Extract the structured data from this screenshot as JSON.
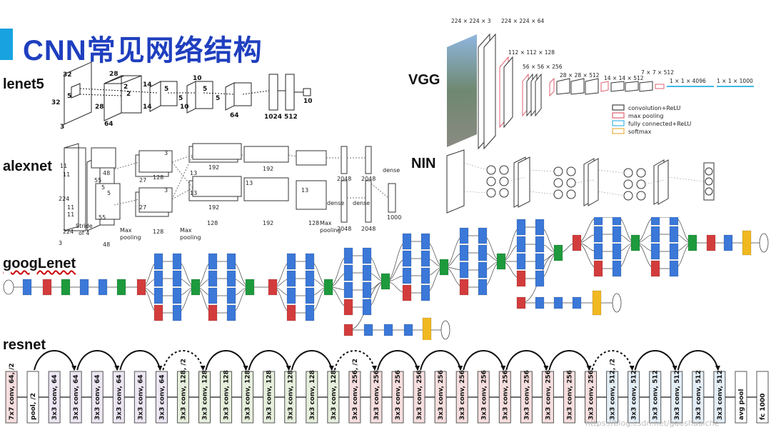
{
  "slide": {
    "title": "CNN常见网络结构",
    "accent_color": "#18a3e0",
    "title_color": "#1f3fbf"
  },
  "labels": {
    "lenet5": "lenet5",
    "alexnet": "alexnet",
    "googlenet": "googLenet",
    "resnet": "resnet",
    "vgg": "VGG",
    "nin": "NIN"
  },
  "lenet": {
    "n32a": "32",
    "n32b": "32",
    "n5a": "5",
    "n3": "3",
    "n28a": "28",
    "n28b": "28",
    "n2a": "2",
    "n2b": "2",
    "n14a": "14",
    "n14b": "14",
    "n5b": "5",
    "n5c": "5",
    "n10a": "10",
    "n10b": "10",
    "n5d": "5",
    "n5e": "5",
    "n64a": "64",
    "n64b": "64",
    "n1024": "1024",
    "n512": "512",
    "n10c": "10"
  },
  "alexnet": {
    "n11a": "11",
    "n11b": "11",
    "n224a": "224",
    "n224b": "224",
    "n11c": "11",
    "n11d": "11",
    "stride": "Stride",
    "of4": "of 4",
    "n3": "3",
    "n5a": "5",
    "n5b": "5",
    "n55a": "55",
    "n55b": "55",
    "n48a": "48",
    "n48b": "48",
    "n27a": "27",
    "n27b": "27",
    "n128a": "128",
    "n128b": "128",
    "n3a": "3",
    "n3b": "3",
    "maxpool1": "Max",
    "pool1": "pooling",
    "n192a": "192",
    "n192b": "192",
    "n192c": "192",
    "n192d": "192",
    "n13a": "13",
    "n13b": "13",
    "n13c": "13",
    "n13d": "13",
    "maxpool2": "Max",
    "pool2": "pooling",
    "n128c": "128",
    "n128d": "128",
    "maxpool3": "Max",
    "pool3": "pooling",
    "dense1": "dense",
    "dense2": "dense",
    "dense3": "dense",
    "n2048a": "2048",
    "n2048b": "2048",
    "n2048c": "2048",
    "n2048d": "2048",
    "n1000": "1000"
  },
  "vgg": {
    "d1": "224 × 224 × 3",
    "d2": "224 × 224 × 64",
    "d3": "112 × 112 × 128",
    "d4": "56 × 56 × 256",
    "d5": "28 × 28 × 512",
    "d6": "14 × 14 × 512",
    "d7": "7 × 7 × 512",
    "d8": "1 × 1 × 4096",
    "d9": "1 × 1 × 1000",
    "legend": [
      {
        "label": "convolution+ReLU",
        "color": "#444444"
      },
      {
        "label": "max pooling",
        "color": "#e06070"
      },
      {
        "label": "fully connected+ReLU",
        "color": "#40b8e8"
      },
      {
        "label": "softmax",
        "color": "#e8b040"
      }
    ]
  },
  "resnet": {
    "blocks": [
      {
        "label": "7x7 conv, 64, /2",
        "color": "#f6dede"
      },
      {
        "label": "pool, /2",
        "color": "#ffffff"
      },
      {
        "label": "3x3 conv, 64",
        "color": "#ece6f3"
      },
      {
        "label": "3x3 conv, 64",
        "color": "#ece6f3"
      },
      {
        "label": "3x3 conv, 64",
        "color": "#ece6f3"
      },
      {
        "label": "3x3 conv, 64",
        "color": "#ece6f3"
      },
      {
        "label": "3x3 conv, 64",
        "color": "#ece6f3"
      },
      {
        "label": "3x3 conv, 64",
        "color": "#ece6f3"
      },
      {
        "label": "3x3 conv, 128, /2",
        "color": "#e6efdc"
      },
      {
        "label": "3x3 conv, 128",
        "color": "#e6efdc"
      },
      {
        "label": "3x3 conv, 128",
        "color": "#e6efdc"
      },
      {
        "label": "3x3 conv, 128",
        "color": "#e6efdc"
      },
      {
        "label": "3x3 conv, 128",
        "color": "#e6efdc"
      },
      {
        "label": "3x3 conv, 128",
        "color": "#e6efdc"
      },
      {
        "label": "3x3 conv, 128",
        "color": "#e6efdc"
      },
      {
        "label": "3x3 conv, 128",
        "color": "#e6efdc"
      },
      {
        "label": "3x3 conv, 256, /2",
        "color": "#f6dede"
      },
      {
        "label": "3x3 conv, 256",
        "color": "#f6dede"
      },
      {
        "label": "3x3 conv, 256",
        "color": "#f6dede"
      },
      {
        "label": "3x3 conv, 256",
        "color": "#f6dede"
      },
      {
        "label": "3x3 conv, 256",
        "color": "#f6dede"
      },
      {
        "label": "3x3 conv, 256",
        "color": "#f6dede"
      },
      {
        "label": "3x3 conv, 256",
        "color": "#f6dede"
      },
      {
        "label": "3x3 conv, 256",
        "color": "#f6dede"
      },
      {
        "label": "3x3 conv, 256",
        "color": "#f6dede"
      },
      {
        "label": "3x3 conv, 256",
        "color": "#f6dede"
      },
      {
        "label": "3x3 conv, 256",
        "color": "#f6dede"
      },
      {
        "label": "3x3 conv, 256",
        "color": "#f6dede"
      },
      {
        "label": "3x3 conv, 512, /2",
        "color": "#e4eef6"
      },
      {
        "label": "3x3 conv, 512",
        "color": "#e4eef6"
      },
      {
        "label": "3x3 conv, 512",
        "color": "#e4eef6"
      },
      {
        "label": "3x3 conv, 512",
        "color": "#e4eef6"
      },
      {
        "label": "3x3 conv, 512",
        "color": "#e4eef6"
      },
      {
        "label": "3x3 conv, 512",
        "color": "#e4eef6"
      },
      {
        "label": "avg pool",
        "color": "#ffffff"
      },
      {
        "label": "fc 1000",
        "color": "#ffffff"
      }
    ],
    "watermark": "https://blog.csdn.net/gaoshuaiche"
  },
  "googlenet": {
    "colors": {
      "conv": "#3b78d8",
      "pool": "#d33c3c",
      "concat": "#1e9a3d",
      "softmax": "#f0b821",
      "other": "#ffffff"
    }
  }
}
